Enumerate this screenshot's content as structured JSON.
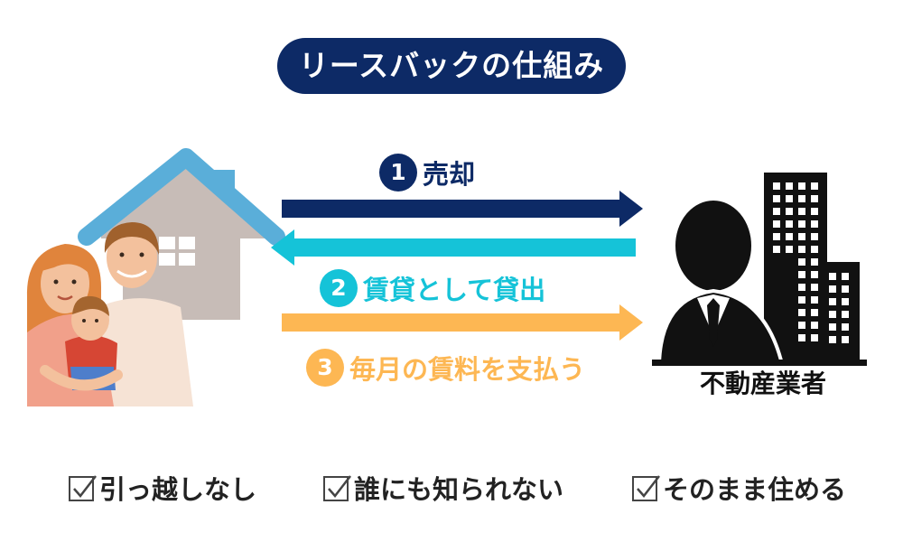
{
  "title": "リースバックの仕組み",
  "steps": [
    {
      "number": "1",
      "label": "売却",
      "color": "#0d2a66"
    },
    {
      "number": "2",
      "label": "賃貸として貸出",
      "color": "#15c3d8"
    },
    {
      "number": "3",
      "label": "毎月の賃料を支払う",
      "color": "#fdb753"
    }
  ],
  "company_label": "不動産業者",
  "benefits": [
    "引っ越しなし",
    "誰にも知られない",
    "そのまま住める"
  ],
  "colors": {
    "navy": "#0d2a66",
    "cyan": "#15c3d8",
    "orange": "#fdb753",
    "roof": "#5aaed9",
    "house": "#c7bcb7"
  }
}
